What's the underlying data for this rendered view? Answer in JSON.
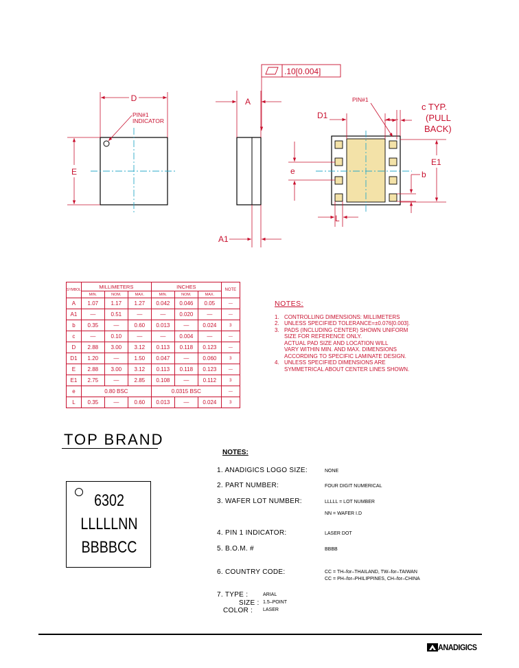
{
  "drawing": {
    "flatness_tol": ".10[0.004]",
    "label_D": "D",
    "label_E": "E",
    "label_A": "A",
    "label_A1": "A1",
    "label_D1": "D1",
    "label_E1": "E1",
    "label_e": "e",
    "label_b": "b",
    "label_L": "L",
    "pin1_indicator_line1": "PIN#1",
    "pin1_indicator_line2": "INDICATOR",
    "pin1_label": "PIN#1",
    "c_typ_line1": "c  TYP.",
    "c_typ_line2": "(PULL",
    "c_typ_line3": "BACK)"
  },
  "dim_table": {
    "symbol_header": "SYMBOL",
    "mm_header": "MILLIMETERS",
    "in_header": "INCHES",
    "note_header": "NOTE",
    "sub_headers": [
      "MIN.",
      "NOM.",
      "MAX.",
      "MIN.",
      "NOM.",
      "MAX."
    ],
    "rows": [
      {
        "sym": "A",
        "mm": [
          "1.07",
          "1.17",
          "1.27"
        ],
        "in": [
          "0.042",
          "0.046",
          "0.05"
        ],
        "note": "—"
      },
      {
        "sym": "A1",
        "mm": [
          "—",
          "0.51",
          "—"
        ],
        "in": [
          "—",
          "0.020",
          "—"
        ],
        "note": "—"
      },
      {
        "sym": "b",
        "mm": [
          "0.35",
          "—",
          "0.60"
        ],
        "in": [
          "0.013",
          "—",
          "0.024"
        ],
        "note": "3"
      },
      {
        "sym": "c",
        "mm": [
          "—",
          "0.10",
          "—"
        ],
        "in": [
          "—",
          "0.004",
          "—"
        ],
        "note": "—"
      },
      {
        "sym": "D",
        "mm": [
          "2.88",
          "3.00",
          "3.12"
        ],
        "in": [
          "0.113",
          "0.118",
          "0.123"
        ],
        "note": "—"
      },
      {
        "sym": "D1",
        "mm": [
          "1.20",
          "—",
          "1.50"
        ],
        "in": [
          "0.047",
          "—",
          "0.060"
        ],
        "note": "3"
      },
      {
        "sym": "E",
        "mm": [
          "2.88",
          "3.00",
          "3.12"
        ],
        "in": [
          "0.113",
          "0.118",
          "0.123"
        ],
        "note": "—"
      },
      {
        "sym": "E1",
        "mm": [
          "2.75",
          "—",
          "2.85"
        ],
        "in": [
          "0.108",
          "—",
          "0.112"
        ],
        "note": "3"
      },
      {
        "sym": "e",
        "mm_bsc": "0.80 BSC",
        "in_bsc": "0.0315 BSC",
        "note": "—"
      },
      {
        "sym": "L",
        "mm": [
          "0.35",
          "—",
          "0.60"
        ],
        "in": [
          "0.013",
          "—",
          "0.024"
        ],
        "note": "3"
      }
    ]
  },
  "notes_red": {
    "title": "NOTES:",
    "items": [
      {
        "num": "1.",
        "text": "CONTROLLING DIMENSIONS: MILLIMETERS"
      },
      {
        "num": "2.",
        "text": "UNLESS SPECIFIED TOLERANCE=±0.076[0.003]."
      },
      {
        "num": "3.",
        "text": "PADS (INCLUDING CENTER) SHOWN UNIFORM\nSIZE FOR REFERENCE ONLY.\nACTUAL PAD SIZE AND LOCATION WILL\nVARY WITHIN MIN. AND MAX. DIMENSIONS\nACCORDING TO SPECIFIC LAMINATE DESIGN."
      },
      {
        "num": "4.",
        "text": "UNLESS SPECIFIED DIMENSIONS ARE\nSYMMETRICAL ABOUT CENTER LINES SHOWN."
      }
    ]
  },
  "top_brand": {
    "title": "TOP  BRAND",
    "lines": [
      "6302",
      "LLLLLNN",
      "BBBBCC"
    ]
  },
  "notes_black": {
    "title": "NOTES:",
    "items": [
      {
        "label": "1.  ANADIGICS  LOGO  SIZE:",
        "value": "NONE"
      },
      {
        "label": "2.  PART  NUMBER:",
        "value": "FOUR DIGIT NUMERICAL"
      },
      {
        "label": "3.  WAFER  LOT  NUMBER:",
        "value": "LLLLL = LOT NUMBER",
        "value2": "NN = WAFER I.D"
      },
      {
        "label": "4.  PIN  1  INDICATOR:",
        "value": "LASER DOT"
      },
      {
        "label": "5.  B.O.M.  #",
        "value": "BBBB"
      },
      {
        "label": "6.  COUNTRY  CODE:",
        "value": "CC   =     TH–for–THAILAND, TW–for–TAIWAN",
        "value2": "CC   =     PH–for–PHILIPPINES, CH–for–CHINA"
      }
    ],
    "type_item": {
      "num_type": "7.  TYPE  :",
      "size": "SIZE  :",
      "color": "COLOR  :",
      "type_val": "ARIAL",
      "size_val": "1.5–POINT",
      "color_val": "LASER"
    }
  },
  "footer": {
    "logo_text": "ANADIGICS",
    "logo_icon": "anadigics-logo-icon"
  },
  "colors": {
    "drawing_red": "#c8102e",
    "centerline_cyan": "#2aa8c8",
    "pad_fill": "#f3e2a8"
  }
}
